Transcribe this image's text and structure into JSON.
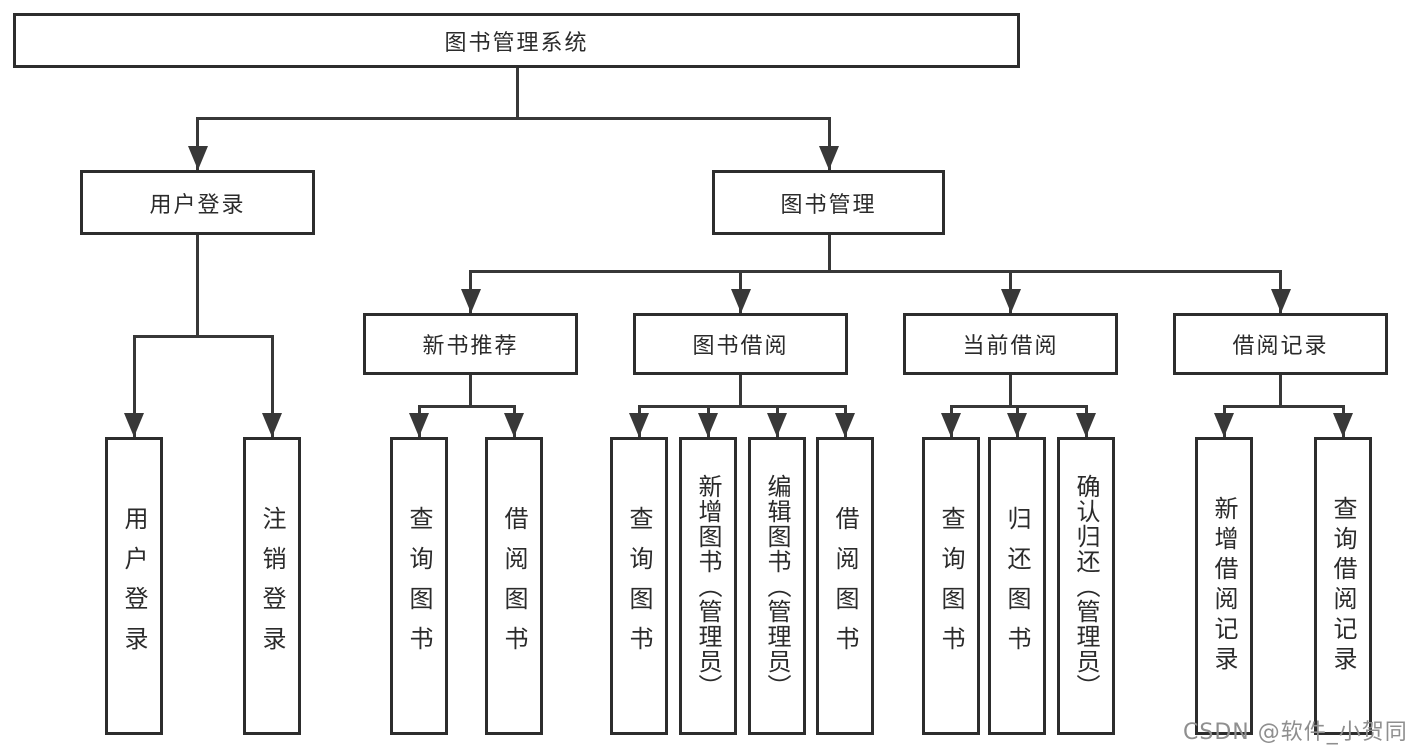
{
  "diagram": {
    "title_note": "functional structure tree",
    "root": {
      "label": "图书管理系统"
    },
    "branches": [
      {
        "label": "用户登录",
        "children": [
          {
            "label": "用户登录"
          },
          {
            "label": "注销登录"
          }
        ]
      },
      {
        "label": "图书管理",
        "sections": [
          {
            "label": "新书推荐",
            "children": [
              {
                "label": "查询图书"
              },
              {
                "label": "借阅图书"
              }
            ]
          },
          {
            "label": "图书借阅",
            "children": [
              {
                "label": "查询图书"
              },
              {
                "label": "新增图书（管理员）"
              },
              {
                "label": "编辑图书（管理员）"
              },
              {
                "label": "借阅图书"
              }
            ]
          },
          {
            "label": "当前借阅",
            "children": [
              {
                "label": "查询图书"
              },
              {
                "label": "归还图书"
              },
              {
                "label": "确认归还（管理员）"
              }
            ]
          },
          {
            "label": "借阅记录",
            "children": [
              {
                "label": "新增借阅记录"
              },
              {
                "label": "查询借阅记录"
              }
            ]
          }
        ]
      }
    ]
  },
  "watermark": {
    "text": "CSDN @软件_小贺同学"
  },
  "colors": {
    "line": "#383838",
    "box_border": "#2d2d2d",
    "text": "#2b2b2b",
    "background": "#ffffff",
    "watermark": "#8f8f8f"
  }
}
